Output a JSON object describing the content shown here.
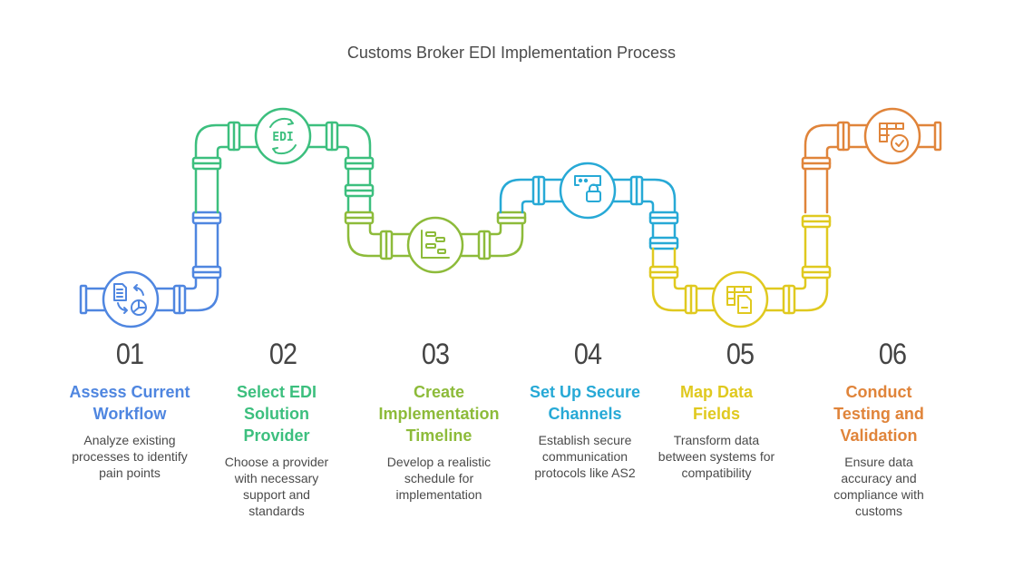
{
  "title": "Customs Broker EDI Implementation Process",
  "steps": [
    {
      "number": "01",
      "title_lines": [
        "Assess Current",
        "Workflow"
      ],
      "title": "Assess Current Workflow",
      "desc_lines": [
        "Analyze existing",
        "processes to identify",
        "pain points"
      ],
      "color": "#4f86e0",
      "icon": "document-chart-cycle-icon"
    },
    {
      "number": "02",
      "title_lines": [
        "Select EDI",
        "Solution",
        "Provider"
      ],
      "title": "Select EDI Solution Provider",
      "desc_lines": [
        "Choose a provider",
        "with necessary",
        "support and",
        "standards"
      ],
      "color": "#3cbf7e",
      "icon": "edi-sync-icon",
      "icon_text": "EDI"
    },
    {
      "number": "03",
      "title_lines": [
        "Create",
        "Implementation",
        "Timeline"
      ],
      "title": "Create Implementation Timeline",
      "desc_lines": [
        "Develop a realistic",
        "schedule for",
        "implementation"
      ],
      "color": "#8dbb3a",
      "icon": "gantt-chart-icon"
    },
    {
      "number": "04",
      "title_lines": [
        "Set Up Secure",
        "Channels"
      ],
      "title": "Set Up Secure Channels",
      "desc_lines": [
        "Establish secure",
        "communication",
        "protocols like AS2"
      ],
      "color": "#27a9d6",
      "icon": "secure-password-lock-icon"
    },
    {
      "number": "05",
      "title_lines": [
        "Map Data",
        "Fields"
      ],
      "title": "Map Data Fields",
      "desc_lines": [
        "Transform data",
        "between systems for",
        "compatibility"
      ],
      "color": "#e0c91f",
      "icon": "table-file-icon"
    },
    {
      "number": "06",
      "title_lines": [
        "Conduct",
        "Testing and",
        "Validation"
      ],
      "title": "Conduct Testing and Validation",
      "desc_lines": [
        "Ensure data",
        "accuracy and",
        "compliance with",
        "customs"
      ],
      "color": "#e0843a",
      "icon": "table-check-icon"
    }
  ]
}
